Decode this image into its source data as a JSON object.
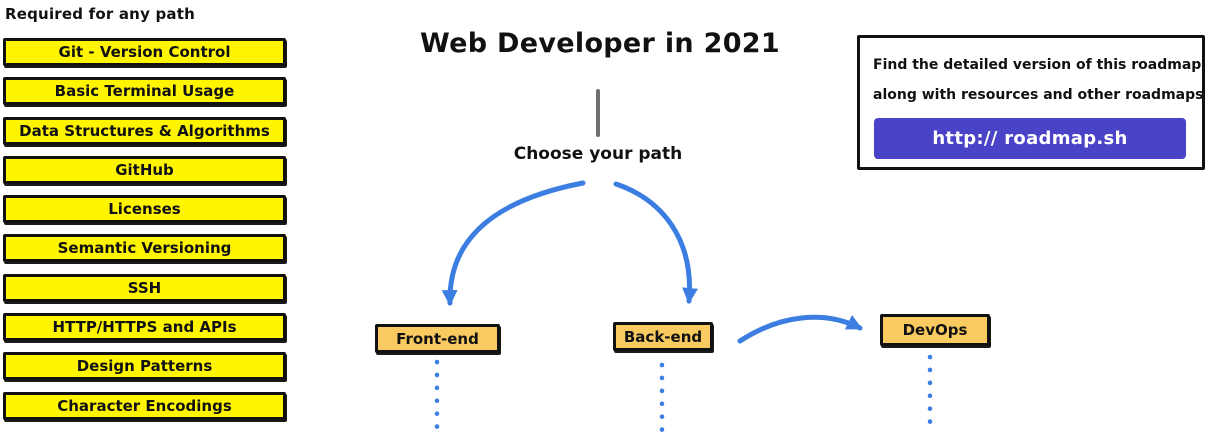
{
  "required_panel": {
    "heading": "Required for any path",
    "items": [
      "Git - Version Control",
      "Basic Terminal Usage",
      "Data Structures & Algorithms",
      "GitHub",
      "Licenses",
      "Semantic Versioning",
      "SSH",
      "HTTP/HTTPS and APIs",
      "Design Patterns",
      "Character Encodings"
    ]
  },
  "main": {
    "title": "Web Developer in 2021",
    "choose_label": "Choose your path",
    "paths": {
      "frontend": "Front-end",
      "backend": "Back-end",
      "devops": "DevOps"
    }
  },
  "info_box": {
    "line1": "Find the detailed version of this roadmap",
    "line2": "along with resources and other roadmaps",
    "button_label": "http:// roadmap.sh"
  },
  "colors": {
    "required_box_yellow": "#FFF500",
    "path_box_orange": "#F8CA60",
    "arrow_blue": "#3B7DE0",
    "button_purple": "#4A43C8",
    "stem_gray": "#707070",
    "border_black": "#111111"
  }
}
